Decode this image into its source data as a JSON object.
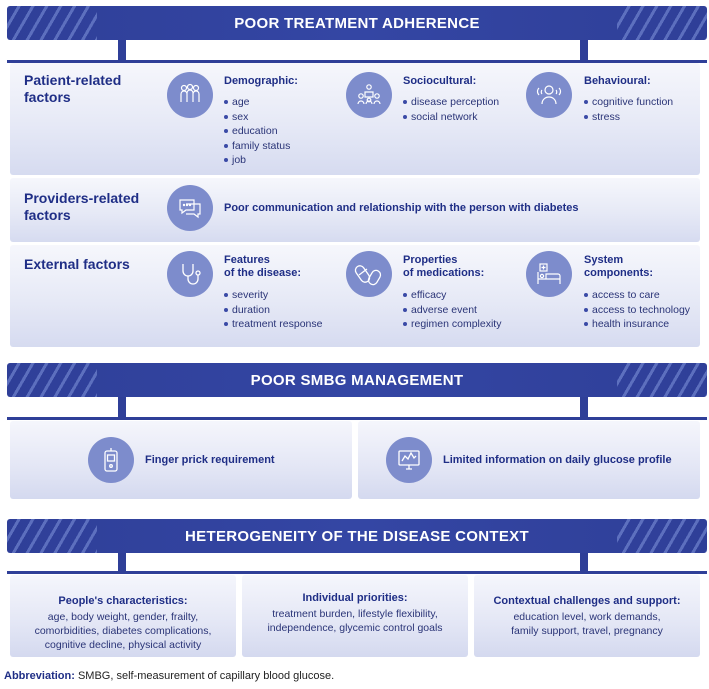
{
  "banner1": {
    "title": "POOR TREATMENT ADHERENCE"
  },
  "patient": {
    "label_line1": "Patient-related",
    "label_line2": "factors",
    "demographic": {
      "title": "Demographic:",
      "items": [
        "age",
        "sex",
        "education",
        "family status",
        "job"
      ]
    },
    "sociocultural": {
      "title": "Sociocultural:",
      "items": [
        "disease perception",
        "social network"
      ]
    },
    "behavioural": {
      "title": "Behavioural:",
      "items": [
        "cognitive function",
        "stress"
      ]
    }
  },
  "providers": {
    "label_line1": "Providers-related",
    "label_line2": "factors",
    "text": "Poor communication and relationship with the person with diabetes"
  },
  "external": {
    "label": "External factors",
    "disease": {
      "title_line1": "Features",
      "title_line2": "of the disease:",
      "items": [
        "severity",
        "duration",
        "treatment response"
      ]
    },
    "medications": {
      "title_line1": "Properties",
      "title_line2": "of medications:",
      "items": [
        "efficacy",
        "adverse event",
        "regimen complexity"
      ]
    },
    "system": {
      "title_line1": "System",
      "title_line2": "components:",
      "items": [
        "access to care",
        "access to technology",
        "health insurance"
      ]
    }
  },
  "banner2": {
    "title": "POOR SMBG MANAGEMENT"
  },
  "smbg": {
    "finger": "Finger prick requirement",
    "limited": "Limited information on daily glucose profile"
  },
  "banner3": {
    "title": "HETEROGENEITY OF THE DISEASE CONTEXT"
  },
  "hetero": {
    "people": {
      "title": "People's characteristics:",
      "lines": [
        "age, body weight, gender, frailty,",
        "comorbidities, diabetes complications,",
        "cognitive decline, physical activity"
      ]
    },
    "priorities": {
      "title": "Individual priorities:",
      "lines": [
        "treatment burden, lifestyle flexibility,",
        "independence, glycemic control goals"
      ]
    },
    "contextual": {
      "title": "Contextual challenges and support:",
      "lines": [
        "education level, work demands,",
        "family support, travel, pregnancy"
      ]
    }
  },
  "footnote": {
    "label": "Abbreviation:",
    "text": " SMBG, self-measurement of capillary blood glucose."
  },
  "colors": {
    "navy": "#2f3f98",
    "icon": "#7d8ccc",
    "text": "#1f2e86"
  }
}
